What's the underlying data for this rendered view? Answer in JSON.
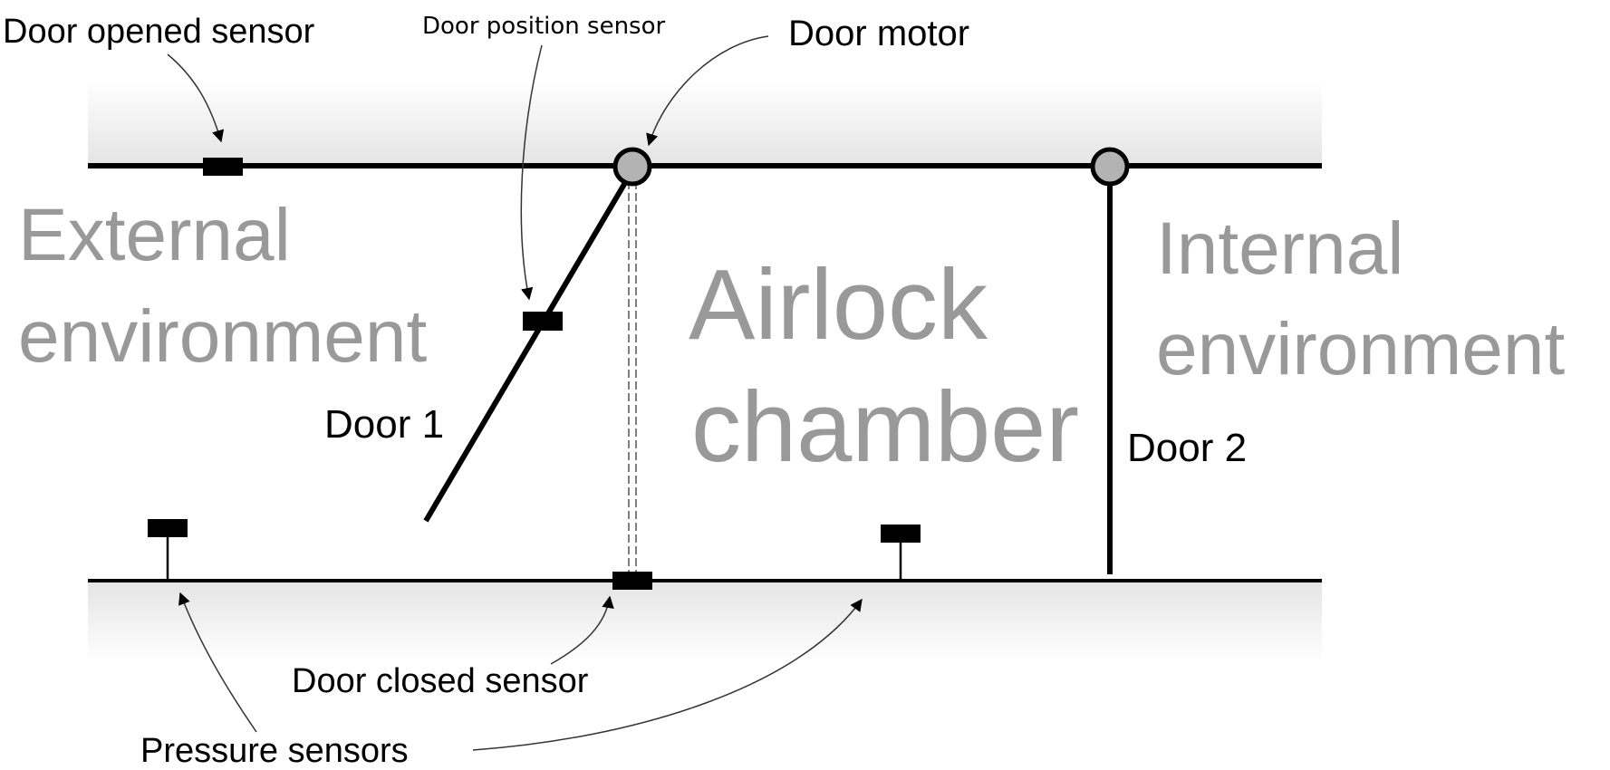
{
  "labels": {
    "door_opened_sensor": "Door opened sensor",
    "door_position_sensor": "Door position sensor",
    "door_motor": "Door motor",
    "door_1": "Door 1",
    "door_2": "Door 2",
    "door_closed_sensor": "Door closed sensor",
    "pressure_sensors": "Pressure sensors"
  },
  "regions": {
    "external": {
      "line1": "External",
      "line2": "environment"
    },
    "airlock": {
      "line1": "Airlock",
      "line2": "chamber"
    },
    "internal": {
      "line1": "Internal",
      "line2": "environment"
    }
  },
  "colors": {
    "region_text": "#999999",
    "wall_shade": "#e6e6e6",
    "motor_fill": "#b3b3b3",
    "lines": "#000000"
  }
}
